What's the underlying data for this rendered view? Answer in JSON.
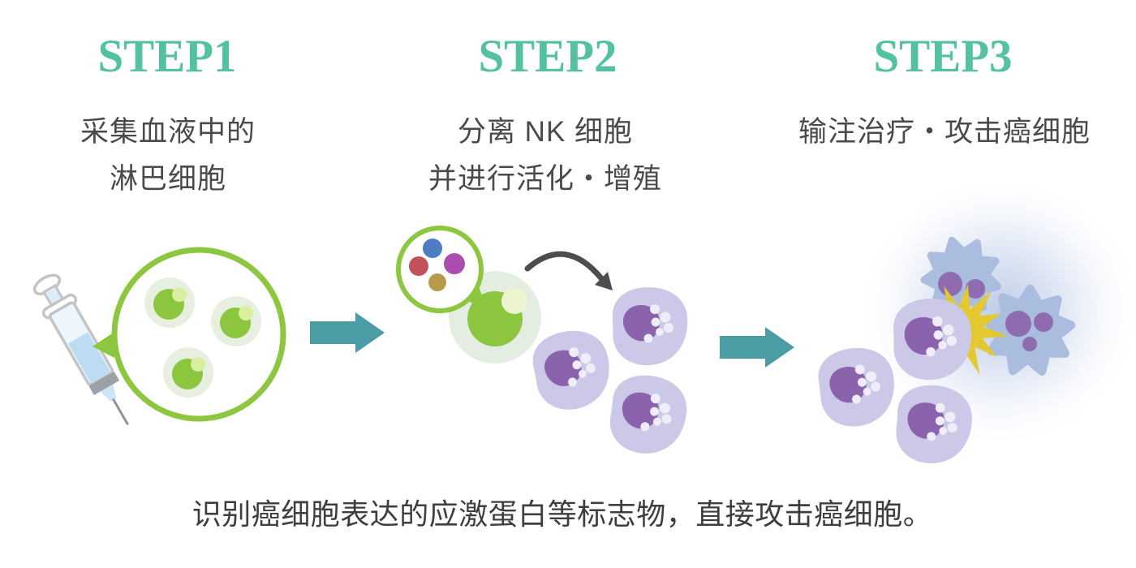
{
  "figure": {
    "type": "nk-cell-therapy-process-infographic",
    "steps": [
      {
        "title": "STEP1",
        "lines": [
          "采集血液中的",
          "淋巴细胞"
        ]
      },
      {
        "title": "STEP2",
        "lines": [
          "分离 NK 细胞",
          "并进行活化・增殖"
        ]
      },
      {
        "title": "STEP3",
        "lines": [
          "输注治疗・攻击癌细胞"
        ]
      }
    ],
    "footer_caption": "识别癌细胞表达的应激蛋白等标志物，直接攻击癌细胞。"
  },
  "colors": {
    "step_title_teal": "#53c1a2",
    "caption_gray": "#4a4a4a",
    "footer_gray": "#3e3e3e",
    "arrow_teal": "#4a9da5",
    "green_outline": "#8dc63f",
    "cell_green": "#8cc63e",
    "cell_green_halo": "#e7f0e0",
    "cell_green_highlight": "#d8ef9e",
    "nk_body_lavender": "#ccc8e8",
    "nk_nucleus_purple": "#8b63ac",
    "nk_granule_white": "#efedf8",
    "cancer_body_blue": "#aabdde",
    "cancer_nucleus_purple": "#8f6bb0",
    "attack_flash_yellow": "#e3c92f",
    "curved_arrow_gray": "#4d4d4d",
    "syringe_liquid_blue": "#bcdcf2",
    "marker_dot_blue": "#4d7ec3",
    "marker_dot_red": "#c1525a",
    "marker_dot_purple": "#ab4daf",
    "marker_dot_gold": "#b59b4b"
  },
  "icons": {
    "syringe": "syringe-icon",
    "blood_sample": "blood-sample-circle",
    "step_arrow": "block-arrow-right-icon",
    "marker_circle": "marker-dots-circle",
    "activation_arrow": "curved-arrow-icon",
    "attack_flash": "attack-flash-icon"
  }
}
